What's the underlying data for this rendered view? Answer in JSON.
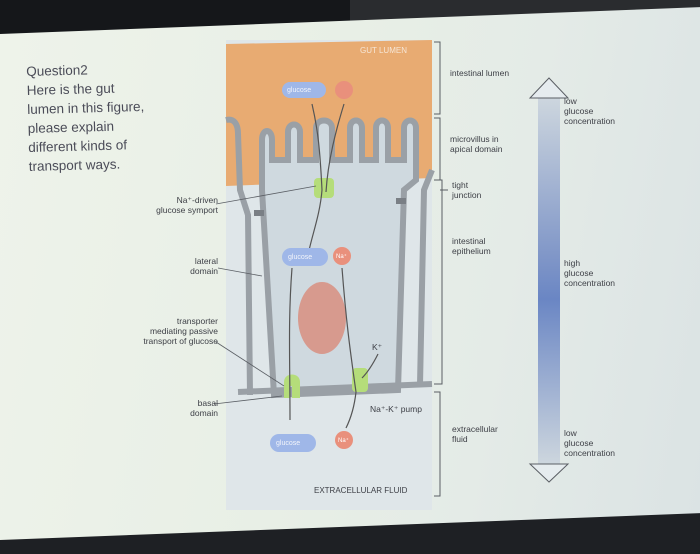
{
  "question": {
    "title": "Question2",
    "lines": [
      "Here is the gut",
      "lumen in this figure,",
      "please explain",
      "different kinds of",
      "transport ways."
    ]
  },
  "figure": {
    "top_label": "GUT LUMEN",
    "bottom_label": "EXTRACELLULAR FLUID",
    "molecules": {
      "glucose_top": "glucose",
      "glucose_mid": "glucose",
      "glucose_bottom": "glucose",
      "na_mid": "Na⁺",
      "na_bottom": "Na⁺",
      "k_ion": "K⁺"
    },
    "left_labels": {
      "symport": [
        "Na⁺-driven",
        "glucose symport"
      ],
      "lateral": [
        "lateral",
        "domain"
      ],
      "transporter": [
        "transporter",
        "mediating passive",
        "transport of glucose"
      ],
      "basal": [
        "basal",
        "domain"
      ]
    },
    "pump_label": "Na⁺-K⁺ pump",
    "right_labels": {
      "lumen": "intestinal lumen",
      "microvillus": [
        "microvillus in",
        "apical domain"
      ],
      "tight": [
        "tight",
        "junction"
      ],
      "epithelium": [
        "intestinal",
        "epithelium"
      ],
      "extracellular": [
        "extracellular",
        "fluid"
      ]
    },
    "gradient": {
      "top": [
        "low",
        "glucose",
        "concentration"
      ],
      "middle": [
        "high",
        "glucose",
        "concentration"
      ],
      "bottom": [
        "low",
        "glucose",
        "concentration"
      ]
    }
  },
  "colors": {
    "lumen": "#e8ab72",
    "cell": "#cfd9df",
    "membrane": "#9aa0a6",
    "nucleus": "#d79a8e",
    "glucose": "#9fb7e8",
    "sodium": "#e9907c",
    "transporter": "#b5dd7a"
  }
}
